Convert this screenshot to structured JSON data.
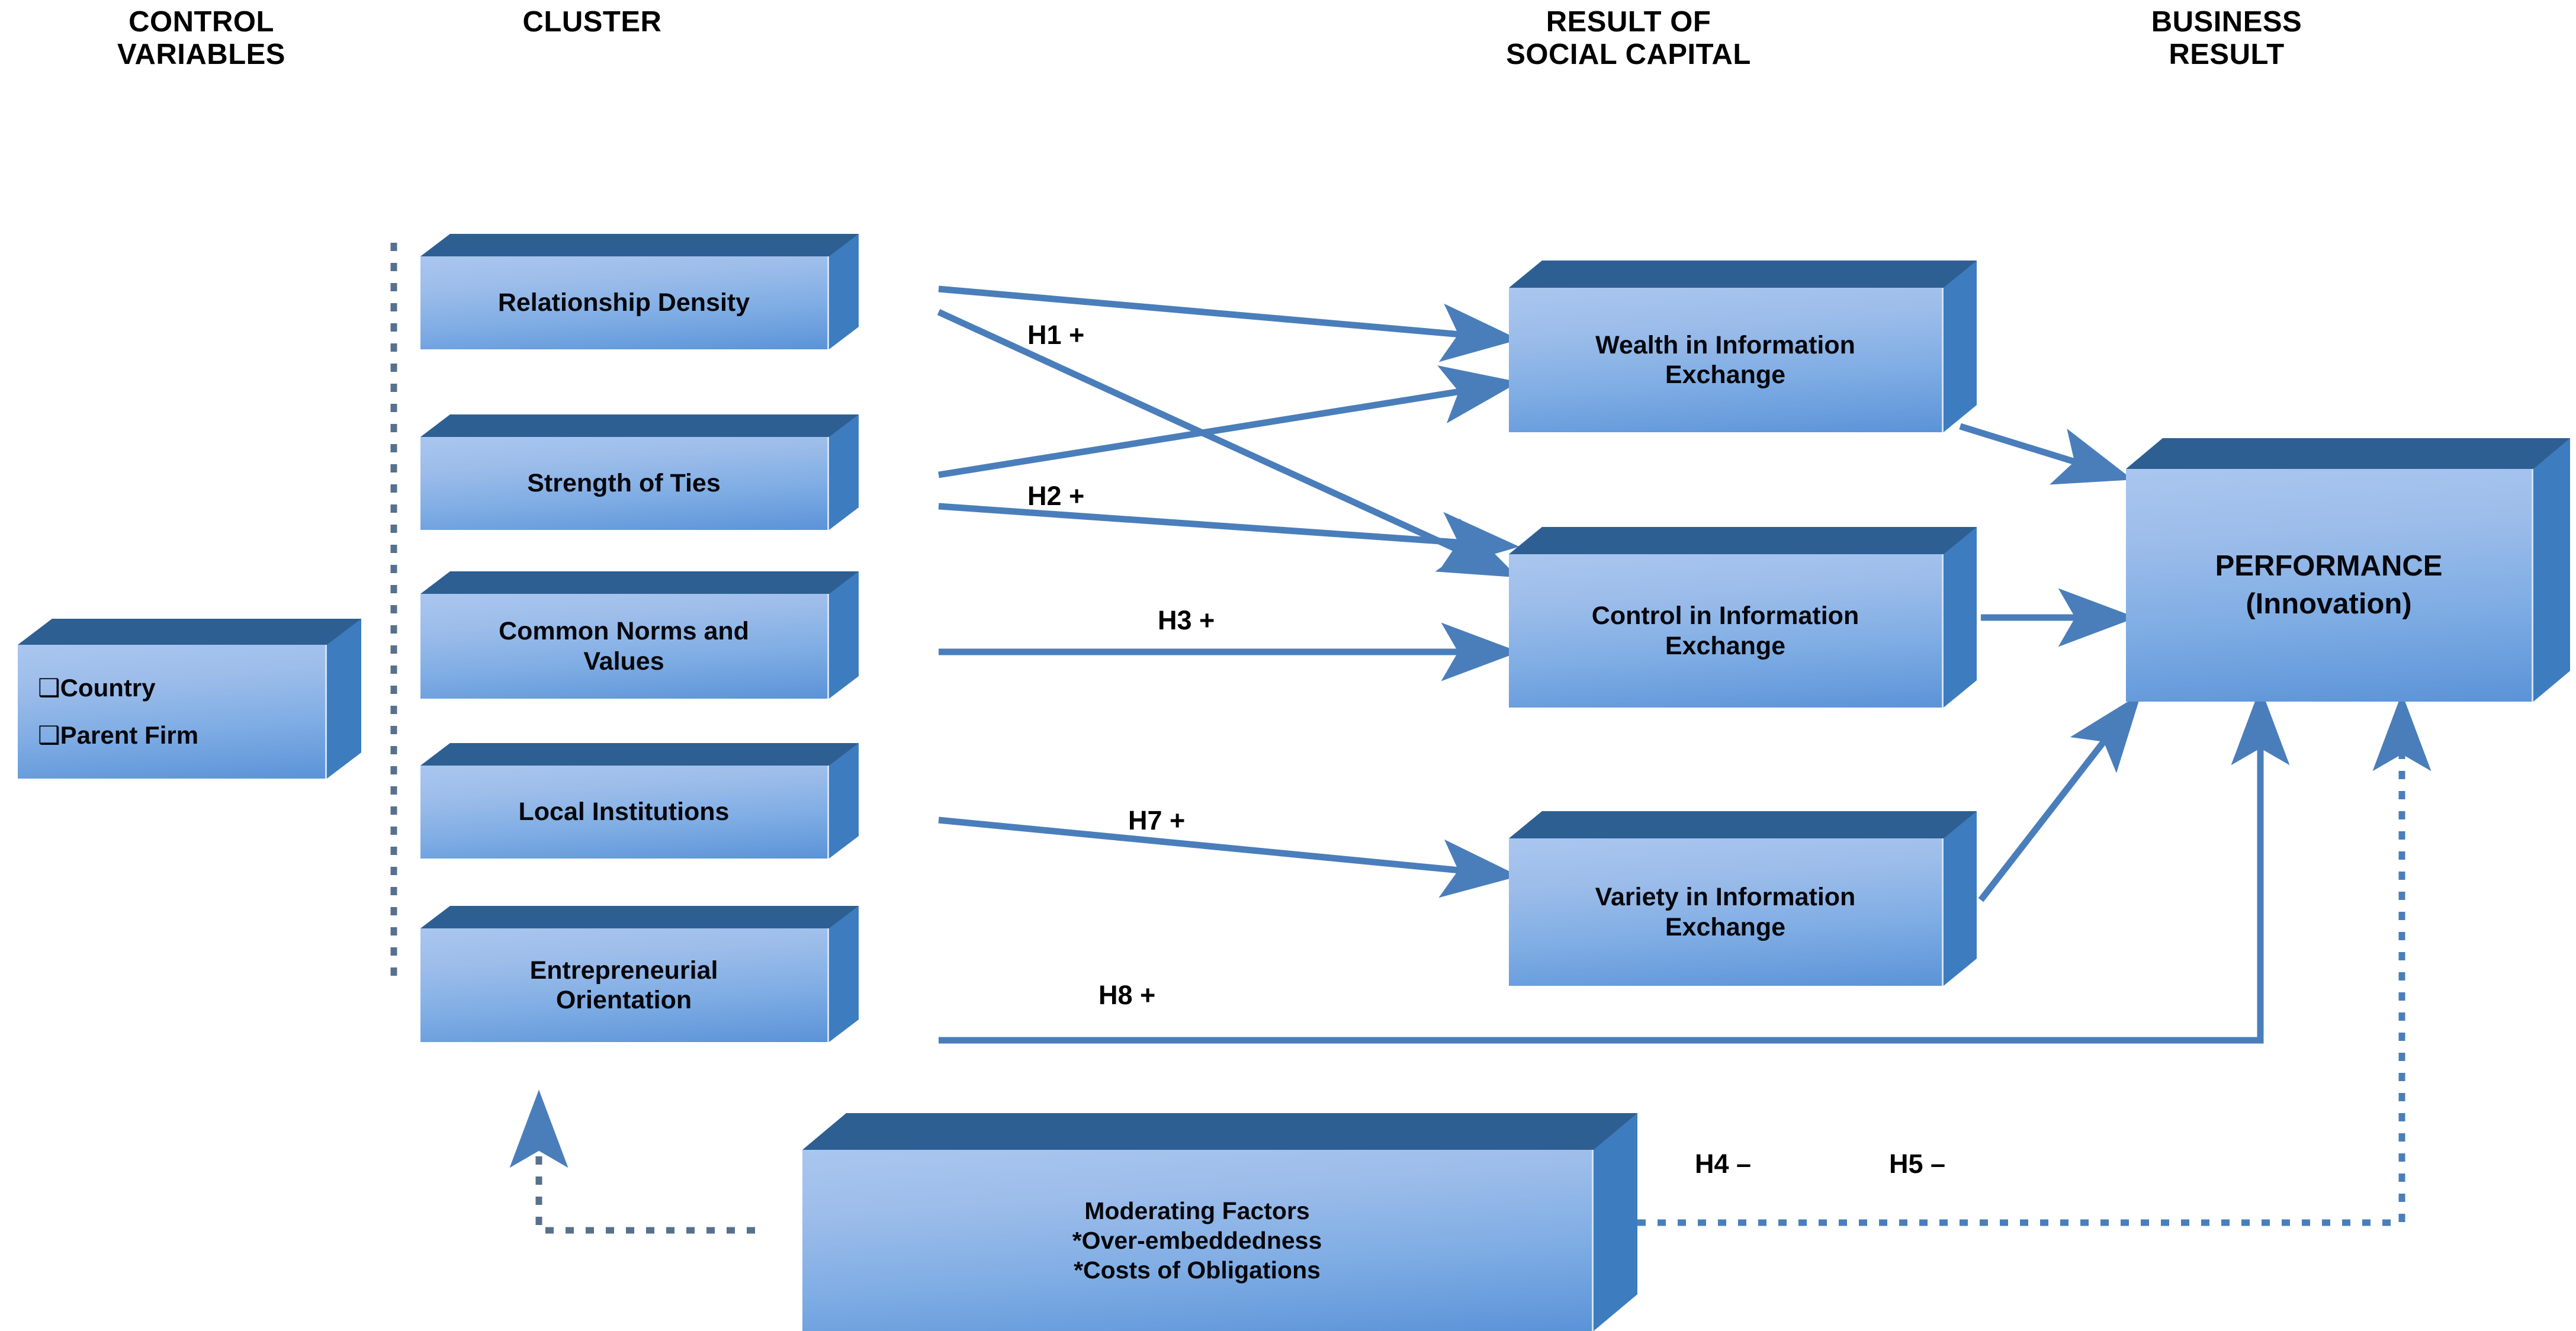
{
  "diagram": {
    "title_columns": [
      {
        "id": "control-variables",
        "text": "CONTROL\nVARIABLES"
      },
      {
        "id": "cluster",
        "text": "CLUSTER"
      },
      {
        "id": "result-of-social-capital",
        "text": "RESULT OF\nSOCIAL CAPITAL"
      },
      {
        "id": "business-result",
        "text": "BUSINESS\nRESULT"
      }
    ],
    "control_variables_box": {
      "items": [
        "❑Country",
        "❑Parent Firm"
      ],
      "text": "❑Country\n❑Parent Firm"
    },
    "cluster_boxes": [
      {
        "id": "relationship-density",
        "text": "Relationship Density"
      },
      {
        "id": "strength-of-ties",
        "text": "Strength of Ties"
      },
      {
        "id": "common-norms-and-values",
        "text": "Common Norms and\nValues"
      },
      {
        "id": "local-institutions",
        "text": "Local Institutions"
      },
      {
        "id": "entrepreneurial-orientation",
        "text": "Entrepreneurial\nOrientation"
      }
    ],
    "social_capital_boxes": [
      {
        "id": "wealth-in-information-exchange",
        "text": "Wealth in Information\nExchange"
      },
      {
        "id": "control-in-information-exchange",
        "text": "Control in Information\nExchange"
      },
      {
        "id": "variety-in-information-exchange",
        "text": "Variety in Information\nExchange"
      }
    ],
    "performance_box": {
      "id": "performance",
      "text": "PERFORMANCE\n(Innovation)"
    },
    "moderating_factors_box": {
      "id": "moderating-factors",
      "title": "Moderating Factors",
      "items": [
        "*Over-embeddedness",
        "*Costs of Obligations"
      ],
      "text": "Moderating Factors\n*Over-embeddedness\n*Costs of Obligations"
    },
    "hypothesis_labels": [
      {
        "id": "h1",
        "text": "H1 +",
        "from": "relationship-density",
        "to": "wealth-in-information-exchange",
        "sign": "+"
      },
      {
        "id": "h2",
        "text": "H2 +",
        "from": "strength-of-ties",
        "to": "wealth-in-information-exchange",
        "sign": "+"
      },
      {
        "id": "h3",
        "text": "H3 +",
        "from": "common-norms-and-values",
        "to": "control-in-information-exchange",
        "sign": "+"
      },
      {
        "id": "h7",
        "text": "H7 +",
        "from": "local-institutions",
        "to": "variety-in-information-exchange",
        "sign": "+"
      },
      {
        "id": "h8",
        "text": "H8 +",
        "from": "entrepreneurial-orientation",
        "to": "performance",
        "sign": "+"
      },
      {
        "id": "h4",
        "text": "H4 –",
        "from": "moderating-factors",
        "to": "performance",
        "sign": "–"
      },
      {
        "id": "h5",
        "text": "H5 –",
        "from": "moderating-factors",
        "to": "performance",
        "sign": "–"
      }
    ],
    "colors": {
      "box_face_light": "#a9c6ef",
      "box_face_dark": "#5b93d8",
      "box_top": "#2e5f93",
      "box_side": "#3d7cbf",
      "arrow": "#4a7ebb",
      "dotted": "#57718c",
      "text": "#000000",
      "background": "#ffffff"
    }
  }
}
